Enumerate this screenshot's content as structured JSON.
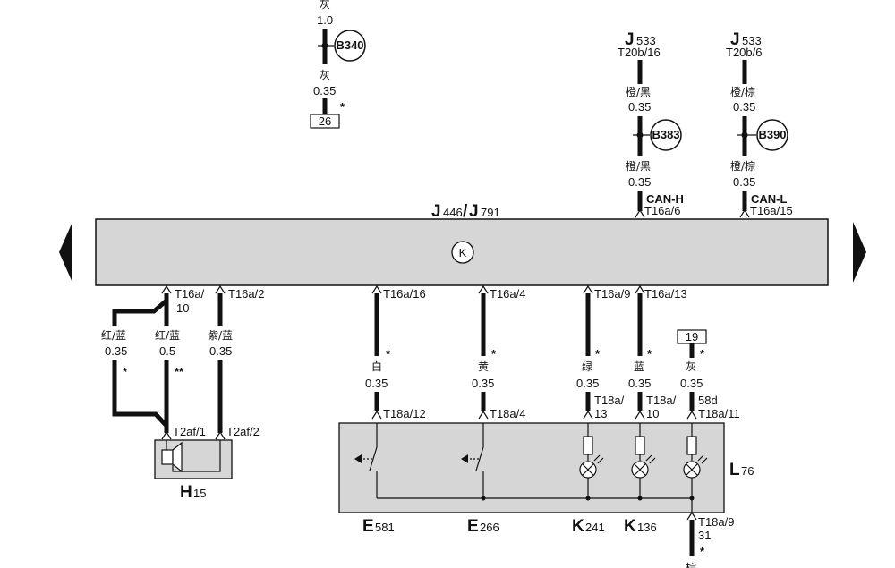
{
  "top_wire": {
    "color1": "灰",
    "size1": "1.0",
    "splice": "B340",
    "color2": "灰",
    "size2": "0.35",
    "mark": "*",
    "ref": "26"
  },
  "can_h": {
    "module": "J",
    "module_sub": "533",
    "pin": "T20b/16",
    "color1": "橙/黑",
    "size1": "0.35",
    "splice": "B383",
    "color2": "橙/黑",
    "size2": "0.35",
    "label": "CAN-H",
    "conn": "T16a/6"
  },
  "can_l": {
    "module": "J",
    "module_sub": "533",
    "pin": "T20b/6",
    "color1": "橙/棕",
    "size1": "0.35",
    "splice": "B390",
    "color2": "橙/棕",
    "size2": "0.35",
    "label": "CAN-L",
    "conn": "T16a/15"
  },
  "control_unit": {
    "j1": "J",
    "j1_sub": "446",
    "slash": "/",
    "j2": "J",
    "j2_sub": "791",
    "symbol": "K"
  },
  "left_wires": {
    "pin10_a": "T16a/",
    "pin10_b": "10",
    "pin2": "T16a/2",
    "w1_color": "红/蓝",
    "w1_size": "0.35",
    "w1_mark": "*",
    "w2_color": "红/蓝",
    "w2_size": "0.5",
    "w2_mark": "**",
    "w3_color": "紫/蓝",
    "w3_size": "0.35",
    "h_pin1": "T2af/1",
    "h_pin2": "T2af/2",
    "h_name": "H",
    "h_sub": "15"
  },
  "switch_wires": [
    {
      "top": "T16a/16",
      "mark": "*",
      "color": "白",
      "size": "0.35",
      "bottom": "T18a/12"
    },
    {
      "top": "T16a/4",
      "mark": "*",
      "color": "黄",
      "size": "0.35",
      "bottom": "T18a/4"
    }
  ],
  "lamp_wires": [
    {
      "top": "T16a/9",
      "mark": "*",
      "color": "绿",
      "size": "0.35",
      "bottom_a": "T18a/",
      "bottom_b": "13"
    },
    {
      "top": "T16a/13",
      "mark": "*",
      "color": "蓝",
      "size": "0.35",
      "bottom_a": "T18a/",
      "bottom_b": "10"
    }
  ],
  "right_wire": {
    "ref": "19",
    "mark": "*",
    "color": "灰",
    "size": "0.35",
    "pin_a": "58d",
    "pin_b": "T18a/11",
    "out_a": "T18a/9",
    "out_b": "31",
    "out_mark": "*",
    "out_color": "棕"
  },
  "components": {
    "e581": {
      "name": "E",
      "sub": "581"
    },
    "e266": {
      "name": "E",
      "sub": "266"
    },
    "k241": {
      "name": "K",
      "sub": "241"
    },
    "k136": {
      "name": "K",
      "sub": "136"
    },
    "l76": {
      "name": "L",
      "sub": "76"
    }
  }
}
